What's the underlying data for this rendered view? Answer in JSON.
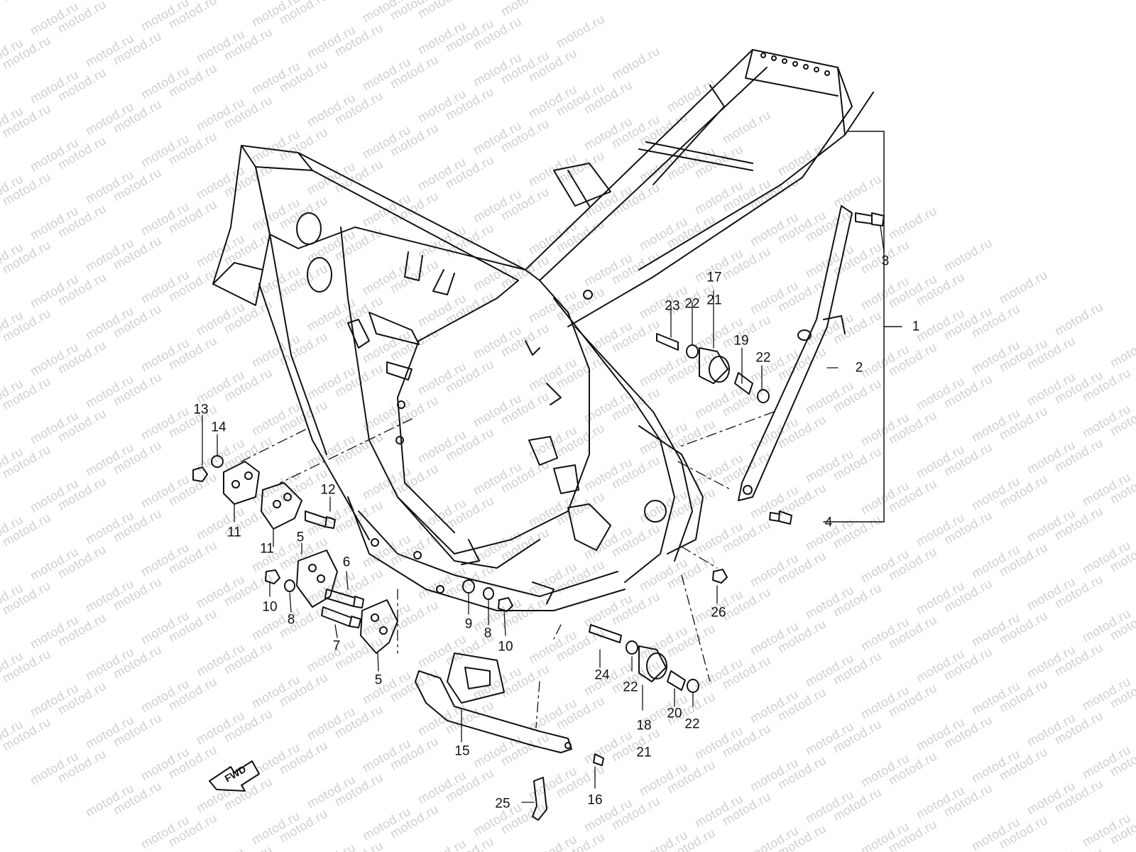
{
  "watermark": {
    "text": "motod.ru"
  },
  "fwd_label": "FWD",
  "callouts": [
    {
      "id": "1",
      "label": "1"
    },
    {
      "id": "2",
      "label": "2"
    },
    {
      "id": "3",
      "label": "3"
    },
    {
      "id": "4",
      "label": "4"
    },
    {
      "id": "5a",
      "label": "5"
    },
    {
      "id": "5b",
      "label": "5"
    },
    {
      "id": "6",
      "label": "6"
    },
    {
      "id": "7",
      "label": "7"
    },
    {
      "id": "8a",
      "label": "8"
    },
    {
      "id": "8b",
      "label": "8"
    },
    {
      "id": "9",
      "label": "9"
    },
    {
      "id": "10a",
      "label": "10"
    },
    {
      "id": "10b",
      "label": "10"
    },
    {
      "id": "11a",
      "label": "11"
    },
    {
      "id": "11b",
      "label": "11"
    },
    {
      "id": "12",
      "label": "12"
    },
    {
      "id": "13",
      "label": "13"
    },
    {
      "id": "14",
      "label": "14"
    },
    {
      "id": "15",
      "label": "15"
    },
    {
      "id": "16",
      "label": "16"
    },
    {
      "id": "17",
      "label": "17"
    },
    {
      "id": "18",
      "label": "18"
    },
    {
      "id": "19",
      "label": "19"
    },
    {
      "id": "20",
      "label": "20"
    },
    {
      "id": "21a",
      "label": "21"
    },
    {
      "id": "21b",
      "label": "21"
    },
    {
      "id": "22a",
      "label": "22"
    },
    {
      "id": "22b",
      "label": "22"
    },
    {
      "id": "22c",
      "label": "22"
    },
    {
      "id": "22d",
      "label": "22"
    },
    {
      "id": "23",
      "label": "23"
    },
    {
      "id": "24",
      "label": "24"
    },
    {
      "id": "25",
      "label": "25"
    },
    {
      "id": "26",
      "label": "26"
    }
  ]
}
